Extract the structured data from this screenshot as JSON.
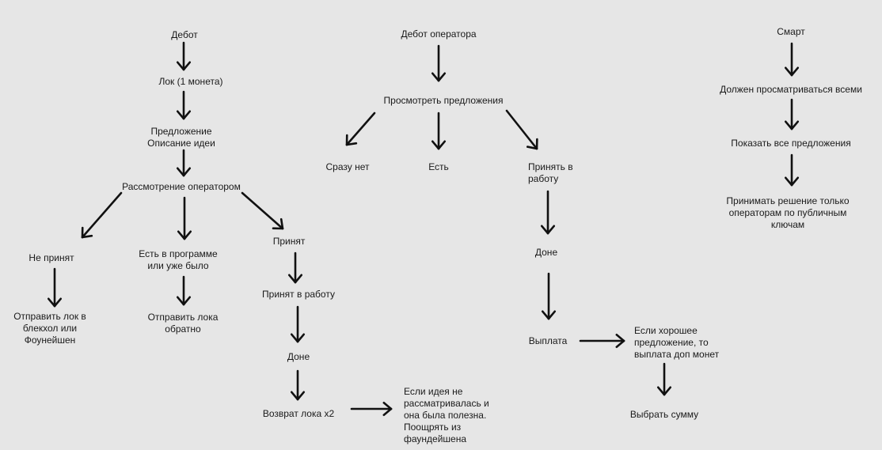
{
  "colors": {
    "background": "#e6e6e6",
    "text": "#1a1a1a",
    "arrow": "#111111"
  },
  "flow_debot": {
    "start": "Дебот",
    "lock": "Лок (1 монета)",
    "proposal": "Предложение\nОписание идеи",
    "review": "Рассмотрение оператором",
    "rejected": "Не принят",
    "exists": "Есть в программе\nили уже было",
    "accepted": "Принят",
    "send_lock": "Отправить лок в\nблекхол или\nФоунейшен",
    "return_lock": "Отправить лока\nобратно",
    "in_work": "Принят в работу",
    "done": "Доне",
    "return_x2": "Возврат лока x2",
    "reward_note": "Если идея не\nрассматривалась и\nона была полезна.\nПоощрять из\nфаундейшена"
  },
  "flow_operator": {
    "start": "Дебот оператора",
    "view": "Просмотреть предложения",
    "no": "Сразу нет",
    "exists": "Есть",
    "accept": "Принять в\nработу",
    "done": "Доне",
    "payout": "Выплата",
    "bonus_note": "Если хорошее\nпредложение, то\nвыплата доп монет",
    "choose_sum": "Выбрать сумму"
  },
  "flow_smart": {
    "start": "Смарт",
    "visible": "Должен просматриваться всеми",
    "show_all": "Показать все предложения",
    "decision": "Принимать решение только\nоператорам по публичным\nключам"
  }
}
